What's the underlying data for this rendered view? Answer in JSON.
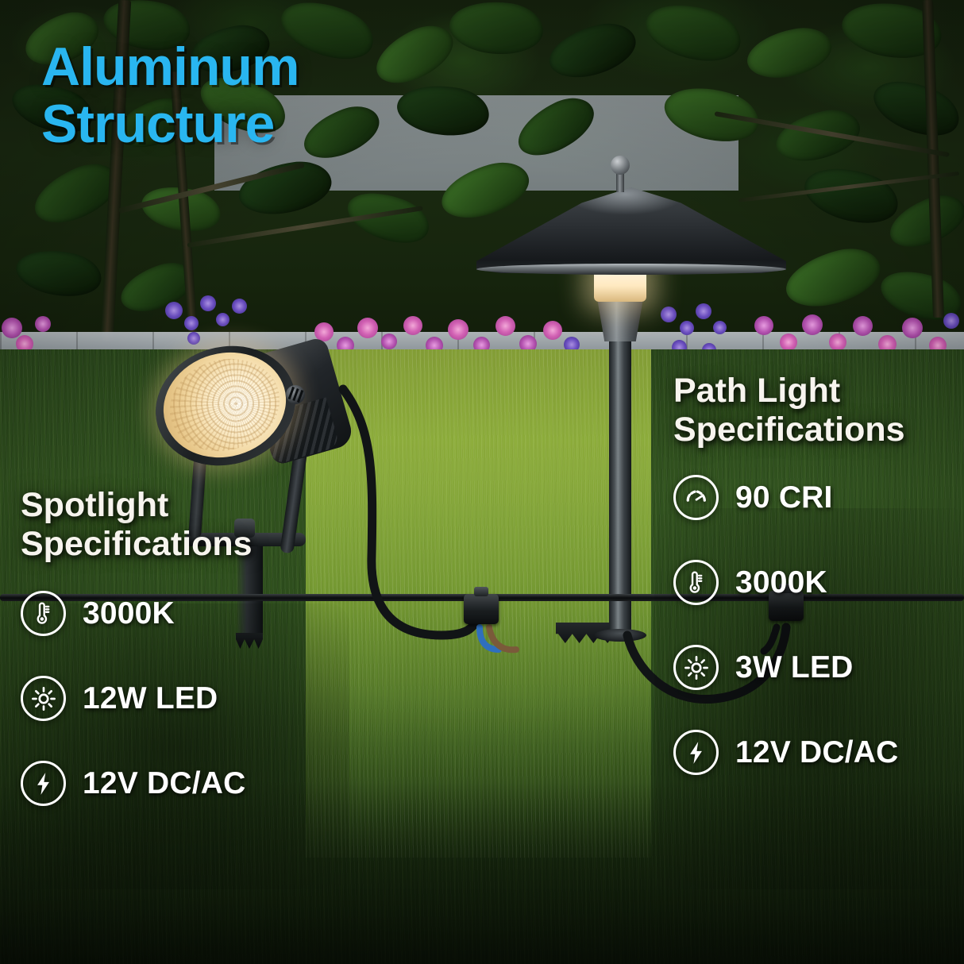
{
  "title": {
    "text": "Aluminum\nStructure",
    "color": "#29b6f0"
  },
  "left_panel": {
    "heading": "Spotlight\nSpecifications",
    "specs": [
      {
        "icon": "thermometer-icon",
        "label": "3000K"
      },
      {
        "icon": "brightness-icon",
        "label": "12W LED"
      },
      {
        "icon": "bolt-icon",
        "label": "12V DC/AC"
      }
    ]
  },
  "right_panel": {
    "heading": "Path Light\nSpecifications",
    "specs": [
      {
        "icon": "gauge-icon",
        "label": "90 CRI"
      },
      {
        "icon": "thermometer-icon",
        "label": "3000K"
      },
      {
        "icon": "brightness-icon",
        "label": "3W LED"
      },
      {
        "icon": "bolt-icon",
        "label": "12V DC/AC"
      }
    ]
  },
  "colors": {
    "title_blue": "#29b6f0",
    "heading_white": "#f7f4ee",
    "spec_white": "#ffffff",
    "lit_grass": "#b9d92e",
    "dark_grass": "#2b4a1b",
    "fixture_black": "#16191c",
    "warm_light": "#ffe9c0",
    "flower_pink": "#d262b4",
    "flower_violet": "#6b4fc0"
  },
  "scene": {
    "products": [
      {
        "name": "spotlight-fixture",
        "description": "black aluminum LED spotlight with warm glowing lens, yoke bracket and ground stake"
      },
      {
        "name": "path-light-fixture",
        "description": "black aluminum path light with conical shade, ball finial, glowing lamp and stem"
      }
    ],
    "elements": [
      "low-voltage-cable",
      "cable-connector",
      "lit-grass-pool",
      "garden-foliage",
      "stone-edging",
      "purple-flowers"
    ]
  }
}
